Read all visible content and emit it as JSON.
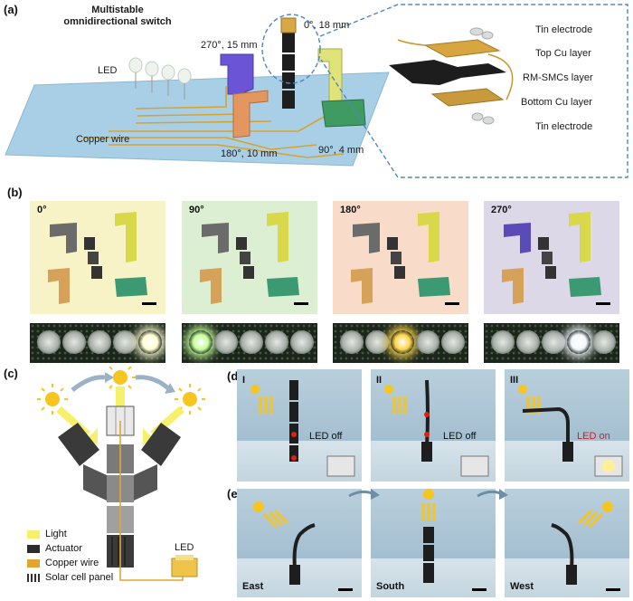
{
  "panel_labels": {
    "a": "(a)",
    "b": "(b)",
    "c": "(c)",
    "d": "(d)",
    "e": "(e)"
  },
  "panel_a": {
    "title": "Multistable omnidirectional switch",
    "led_label": "LED",
    "copper_wire_label": "Copper wire",
    "positions": [
      "0°, 18 mm",
      "270°, 15 mm",
      "180°, 10 mm",
      "90°, 4 mm"
    ],
    "layers": [
      "Tin electrode",
      "Top Cu layer",
      "RM-SMCs layer",
      "Bottom Cu layer",
      "Tin electrode"
    ]
  },
  "panel_b": {
    "angles": [
      "0°",
      "90°",
      "180°",
      "270°"
    ],
    "panel_colors": [
      "#f8f3c7",
      "#dcefd2",
      "#f8dcc9",
      "#dcd8e8"
    ],
    "lit_led_index": [
      4,
      0,
      2,
      3
    ],
    "lit_led_colors": [
      "#fffbd0",
      "#c6ff9a",
      "#ffd34a",
      "#f4f8ff"
    ]
  },
  "panel_c": {
    "legend": [
      {
        "label": "Light",
        "color": "#f7f06a"
      },
      {
        "label": "Actuator",
        "color": "#2b2b2b"
      },
      {
        "label": "Copper wire",
        "color": "#e2a531"
      },
      {
        "label": "Solar cell panel",
        "color": "#444444"
      }
    ],
    "led_label": "LED"
  },
  "panel_d": {
    "frames": [
      {
        "roman": "I",
        "status": "LED off",
        "status_color": "#111111"
      },
      {
        "roman": "II",
        "status": "LED off",
        "status_color": "#111111"
      },
      {
        "roman": "III",
        "status": "LED on",
        "status_color": "#cc1f1f"
      }
    ]
  },
  "panel_e": {
    "frames": [
      "East",
      "South",
      "West"
    ]
  }
}
